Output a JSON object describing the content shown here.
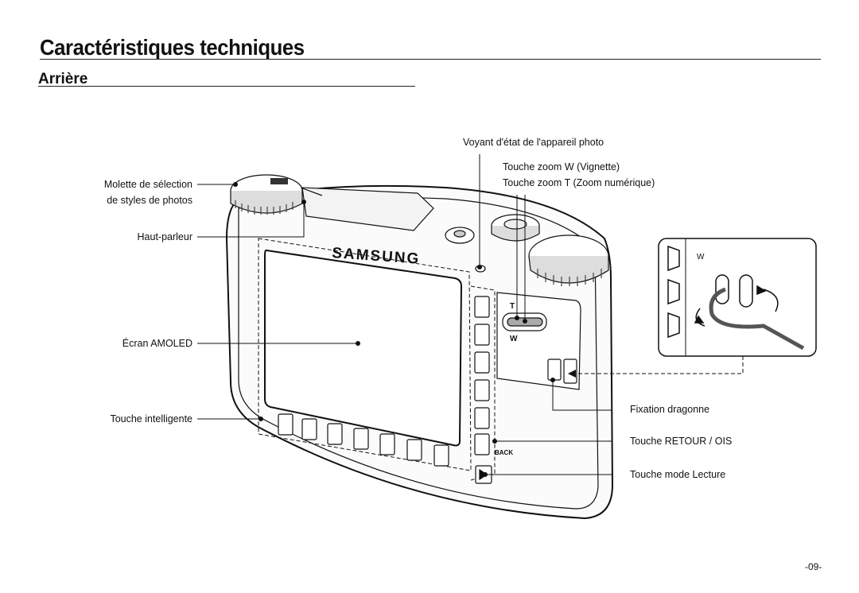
{
  "page": {
    "title": "Caractéristiques techniques",
    "subtitle": "Arrière",
    "page_number": "-09-"
  },
  "brand": "SAMSUNG",
  "labels": {
    "status_led": "Voyant d'état de l'appareil photo",
    "zoom_w": "Touche zoom W (Vignette)",
    "zoom_t": "Touche zoom T (Zoom numérique)",
    "style_dial_1": "Molette de sélection",
    "style_dial_2": "de styles de photos",
    "speaker": "Haut-parleur",
    "screen": "Écran AMOLED",
    "smart_touch": "Touche intelligente",
    "strap": "Fixation dragonne",
    "back_ois": "Touche RETOUR / OIS",
    "playback": "Touche mode Lecture"
  },
  "camera_marks": {
    "zoom_t": "T",
    "zoom_w": "W",
    "back": "BACK",
    "inset_w": "W"
  }
}
